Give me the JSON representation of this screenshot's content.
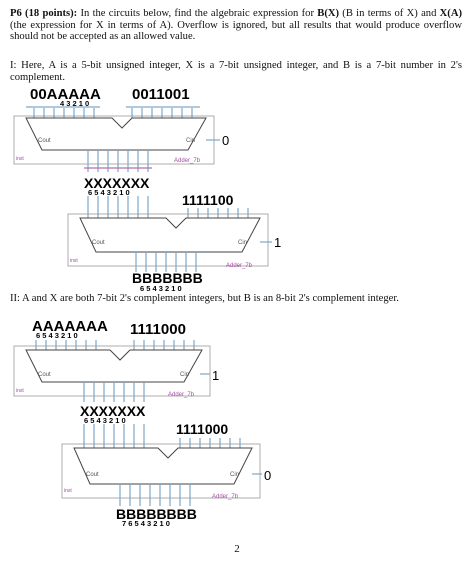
{
  "problem": {
    "label": "P6 (18 points):",
    "intro_a": " In the circuits below, find the algebraic expression for ",
    "bx": "B(X)",
    "intro_b": " (B in terms of X) and ",
    "xa": "X(A)",
    "intro_c": " (the expression for X in terms of A).  Overflow is ignored, but all results that would produce overflow should not be accepted as an allowed value.",
    "part1": "I: Here, A is a 5-bit unsigned integer, X is a 7-bit unsigned integer, and B is a 7-bit number in 2's complement.",
    "part2": "II: A and X are both 7-bit 2's complement integers, but B is an 8-bit 2's complement integer."
  },
  "circuit1": {
    "adder1": {
      "input_a": "00AAAAA",
      "input_a_indices": "4 3 2 1 0",
      "input_b": "0011001",
      "cout": "Cout",
      "cin": "Cin",
      "cin_value": "0",
      "inst": "inst",
      "name": "Adder_7b"
    },
    "x_bus": "XXXXXXX",
    "x_indices": "6 5 4 3 2 1 0",
    "adder2": {
      "input_b": "1111100",
      "cout": "Cout",
      "cin": "Cin",
      "cin_value": "1",
      "inst": "inst",
      "name": "Adder_7b"
    },
    "b_bus": "BBBBBBB",
    "b_indices": "6 5 4 3 2 1 0"
  },
  "circuit2": {
    "adder1": {
      "input_a": "AAAAAAA",
      "input_a_indices": "6 5 4 3 2 1 0",
      "input_b": "1111000",
      "cout": "Cout",
      "cin": "Cin",
      "cin_value": "1",
      "inst": "inst",
      "name": "Adder_7b"
    },
    "x_bus": "XXXXXXX",
    "x_indices": "6 5 4 3 2 1 0",
    "adder2": {
      "input_b": "1111000",
      "cout": "Cout",
      "cin": "Cin",
      "cin_value": "0",
      "inst": "inst",
      "name": "Adder_7b"
    },
    "b_bus": "BBBBBBBB",
    "b_indices": "7 6 5 4 3 2 1 0"
  },
  "page_number": "2",
  "colors": {
    "wire": "#7fa6c9",
    "adder_outline": "#444444",
    "label_gray": "#555555",
    "inst_purple": "#a64ca6"
  }
}
